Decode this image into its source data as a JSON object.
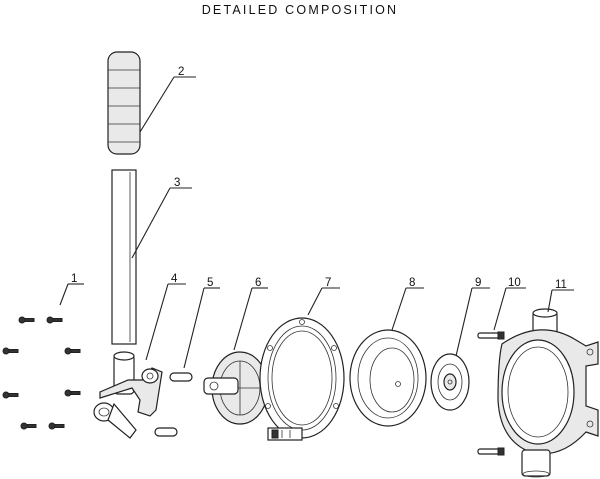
{
  "title": "DETAILED COMPOSITION",
  "labels": {
    "n1": "1",
    "n2": "2",
    "n3": "3",
    "n4": "4",
    "n5": "5",
    "n6": "6",
    "n7": "7",
    "n8": "8",
    "n9": "9",
    "n10": "10",
    "n11": "11"
  }
}
